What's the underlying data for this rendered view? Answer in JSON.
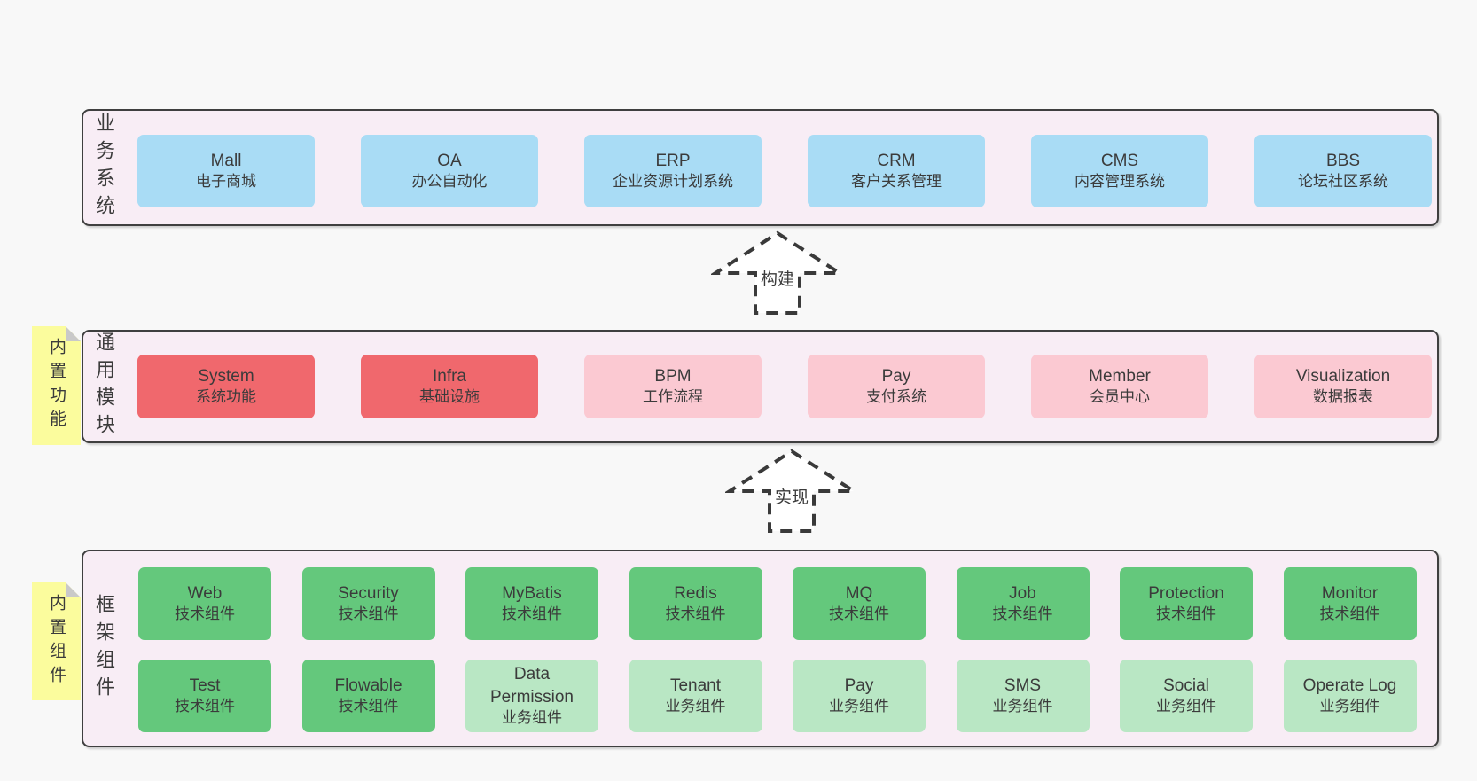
{
  "colors": {
    "page_bg": "#f8f8f8",
    "band_bg": "#f8edf5",
    "band_border": "#3f3f3f",
    "box_blue": "#a9dcf5",
    "box_red": "#f0686d",
    "box_pink": "#fbc9d2",
    "box_green_dark": "#64c87c",
    "box_green_light": "#b9e7c4",
    "note_yellow": "#fbfc9d",
    "note_fold_gray": "#c9c9c9",
    "text": "#3b3b3b"
  },
  "arrows": [
    {
      "label": "构建"
    },
    {
      "label": "实现"
    }
  ],
  "bands": {
    "business": {
      "label": "业务系统",
      "boxes": [
        {
          "title": "Mall",
          "subtitle": "电子商城"
        },
        {
          "title": "OA",
          "subtitle": "办公自动化"
        },
        {
          "title": "ERP",
          "subtitle": "企业资源计划系统"
        },
        {
          "title": "CRM",
          "subtitle": "客户关系管理"
        },
        {
          "title": "CMS",
          "subtitle": "内容管理系统"
        },
        {
          "title": "BBS",
          "subtitle": "论坛社区系统"
        }
      ]
    },
    "modules": {
      "label": "通用模块",
      "note": "内置功能",
      "boxes": [
        {
          "title": "System",
          "subtitle": "系统功能",
          "variant": "red"
        },
        {
          "title": "Infra",
          "subtitle": "基础设施",
          "variant": "red"
        },
        {
          "title": "BPM",
          "subtitle": "工作流程",
          "variant": "pink"
        },
        {
          "title": "Pay",
          "subtitle": "支付系统",
          "variant": "pink"
        },
        {
          "title": "Member",
          "subtitle": "会员中心",
          "variant": "pink"
        },
        {
          "title": "Visualization",
          "subtitle": "数据报表",
          "variant": "pink"
        }
      ]
    },
    "components": {
      "label": "框架组件",
      "note": "内置组件",
      "row1": [
        {
          "title": "Web",
          "subtitle": "技术组件",
          "variant": "dark"
        },
        {
          "title": "Security",
          "subtitle": "技术组件",
          "variant": "dark"
        },
        {
          "title": "MyBatis",
          "subtitle": "技术组件",
          "variant": "dark"
        },
        {
          "title": "Redis",
          "subtitle": "技术组件",
          "variant": "dark"
        },
        {
          "title": "MQ",
          "subtitle": "技术组件",
          "variant": "dark"
        },
        {
          "title": "Job",
          "subtitle": "技术组件",
          "variant": "dark"
        },
        {
          "title": "Protection",
          "subtitle": "技术组件",
          "variant": "dark"
        },
        {
          "title": "Monitor",
          "subtitle": "技术组件",
          "variant": "dark"
        }
      ],
      "row2": [
        {
          "title": "Test",
          "subtitle": "技术组件",
          "variant": "dark"
        },
        {
          "title": "Flowable",
          "subtitle": "技术组件",
          "variant": "dark"
        },
        {
          "title": "Data Permission",
          "subtitle": "业务组件",
          "variant": "light"
        },
        {
          "title": "Tenant",
          "subtitle": "业务组件",
          "variant": "light"
        },
        {
          "title": "Pay",
          "subtitle": "业务组件",
          "variant": "light"
        },
        {
          "title": "SMS",
          "subtitle": "业务组件",
          "variant": "light"
        },
        {
          "title": "Social",
          "subtitle": "业务组件",
          "variant": "light"
        },
        {
          "title": "Operate Log",
          "subtitle": "业务组件",
          "variant": "light"
        }
      ]
    }
  }
}
